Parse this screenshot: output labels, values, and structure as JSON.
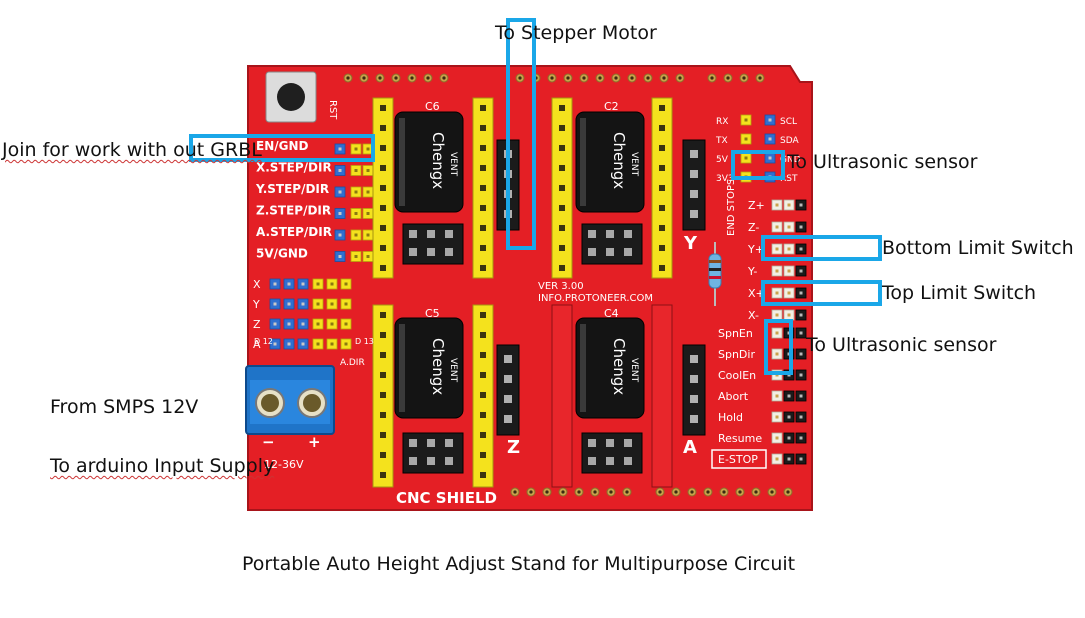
{
  "board": {
    "name": "CNC SHIELD",
    "version": "VER 3.00",
    "url": "INFO.PROTONEER.COM",
    "rst": "RST",
    "pin_rows": [
      "EN/GND",
      "X.STEP/DIR",
      "Y.STEP/DIR",
      "Z.STEP/DIR",
      "A.STEP/DIR",
      "5V/GND"
    ],
    "driver_slots": [
      "C6",
      "C2",
      "C5",
      "C4"
    ],
    "axis_letters": [
      "Y",
      "Z",
      "A"
    ],
    "capacitor_brand": "Chengx",
    "capacitor_text": "VENT",
    "i2c_left": [
      "RX",
      "TX",
      "5V",
      "3V3"
    ],
    "i2c_right": [
      "SCL",
      "SDA",
      "GND",
      "RST"
    ],
    "end_stops_title": "END STOPS",
    "end_stops": [
      "Z+",
      "Z-",
      "Y+",
      "Y-",
      "X+",
      "X-"
    ],
    "control_pins": [
      "SpnEn",
      "SpnDir",
      "CoolEn",
      "Abort",
      "Hold",
      "Resume",
      "E-STOP"
    ],
    "jumper_axes": [
      "X",
      "Y",
      "Z",
      "A"
    ],
    "adir_label": "A.DIR",
    "d12": "D 12",
    "d13": "D 13",
    "terminal_minus": "−",
    "terminal_plus": "+",
    "voltage": "12-36V",
    "colors": {
      "board": "#e41f25",
      "header_yellow": "#f4e21d",
      "header_blue": "#2f6fd0",
      "highlight": "#1aa7e8"
    }
  },
  "annotations": {
    "stepper": "To Stepper Motor",
    "join": "Join for work with out GRBL",
    "ultrasonic_top": "To Ultrasonic sensor",
    "bottom_limit": "Bottom Limit Switch",
    "top_limit": "Top Limit Switch",
    "ultrasonic_bottom": "To Ultrasonic sensor",
    "smps": "From SMPS 12V",
    "arduino": "To arduino Input Supply"
  },
  "caption": "Portable Auto Height Adjust Stand for Multipurpose Circuit"
}
